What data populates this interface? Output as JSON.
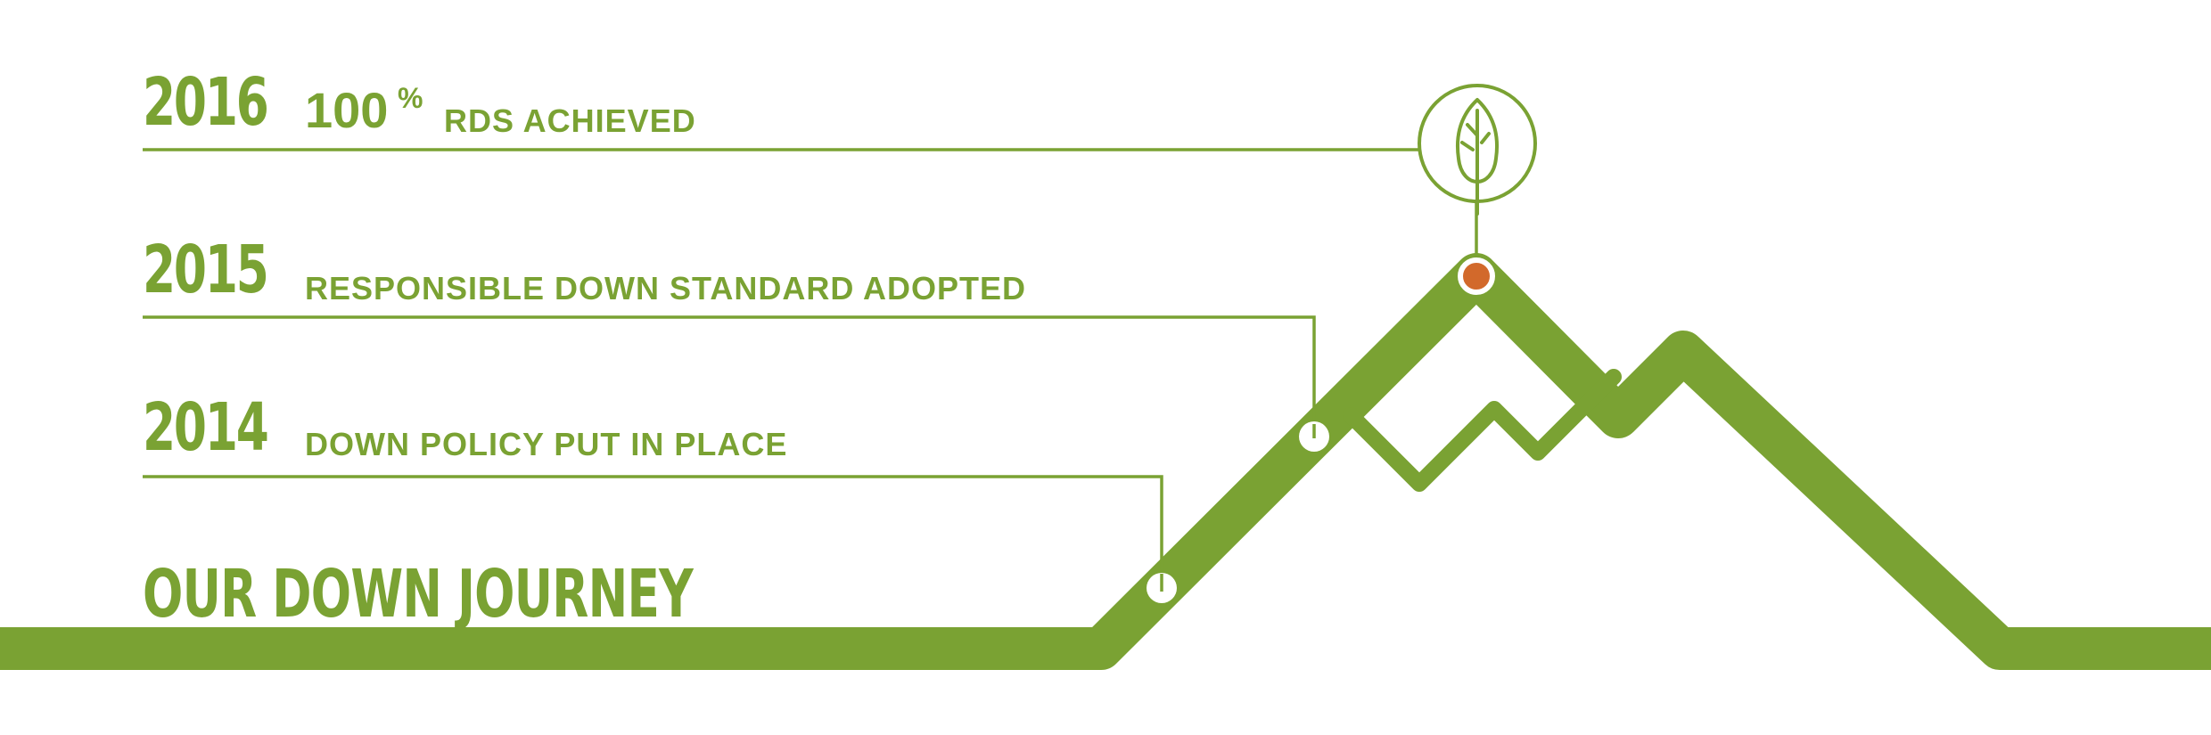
{
  "title": "OUR DOWN JOURNEY",
  "milestones": [
    {
      "year": "2016",
      "value": "100",
      "unit": "%",
      "text": "RDS ACHIEVED"
    },
    {
      "year": "2015",
      "text": "RESPONSIBLE DOWN STANDARD ADOPTED"
    },
    {
      "year": "2014",
      "text": "DOWN POLICY PUT IN PLACE"
    }
  ],
  "colors": {
    "green": "#7aa233",
    "orange": "#d2692b",
    "white": "#ffffff"
  },
  "icons": {
    "summit_emblem": "leaf-icon"
  }
}
